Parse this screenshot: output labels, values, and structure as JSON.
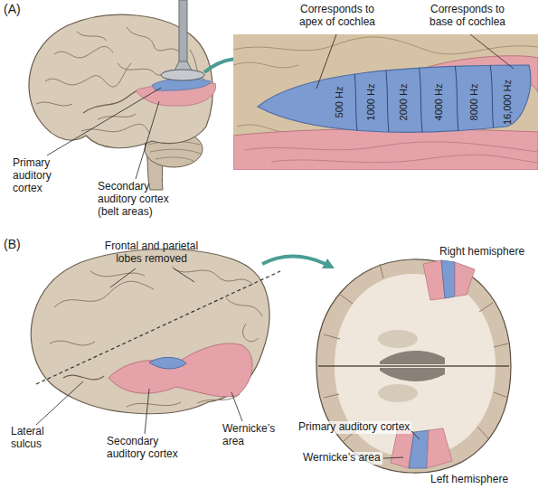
{
  "diagram": {
    "labels": [
      "(A)",
      "Corresponds to apex of cochlea",
      "Corresponds to base of cochlea",
      "500 Hz",
      "1000 Hz",
      "2000 Hz",
      "4000 Hz",
      "8000 Hz",
      "16,000 Hz",
      "Primary auditory cortex",
      "Secondary auditory cortex (belt areas)",
      "(B)",
      "Frontal and parietal lobes removed",
      "Right hemisphere",
      "Lateral sulcus",
      "Secondary auditory cortex",
      "Wernicke’s area",
      "Primary auditory cortex",
      "Wernicke’s area",
      "Left hemisphere"
    ]
  }
}
